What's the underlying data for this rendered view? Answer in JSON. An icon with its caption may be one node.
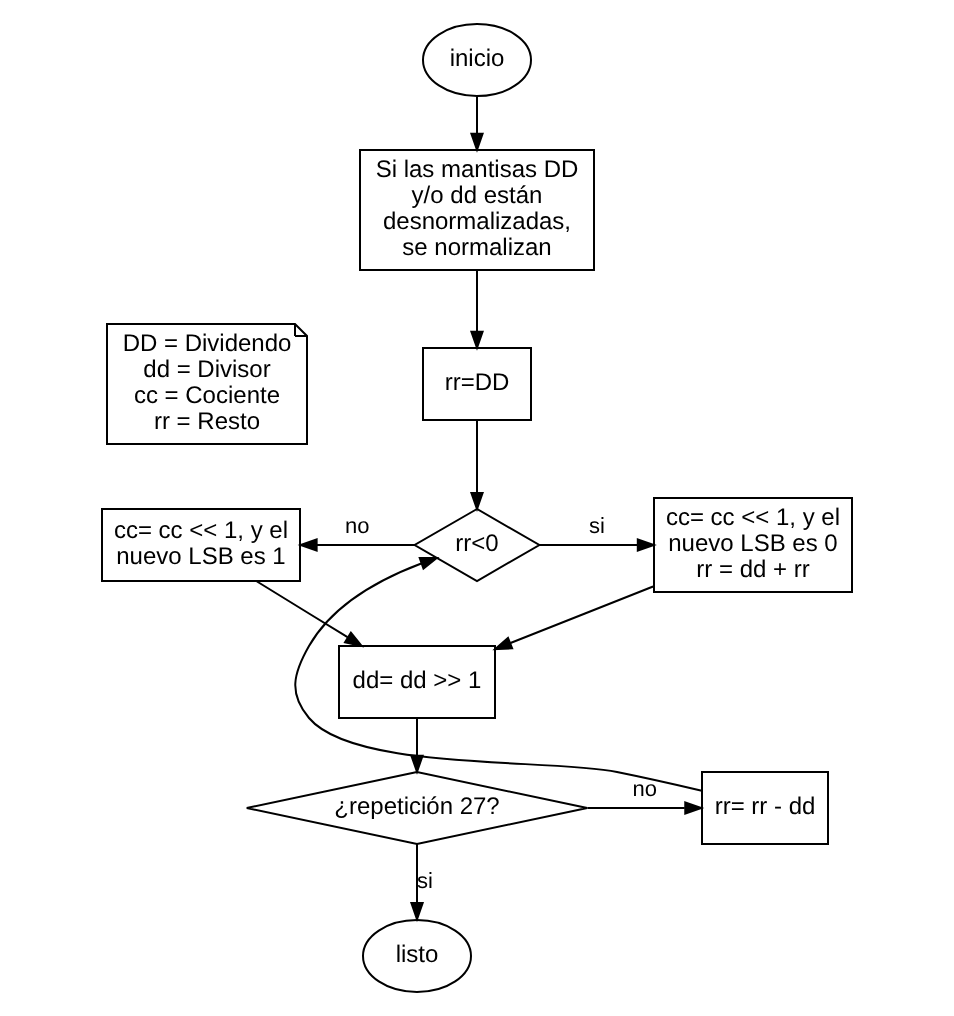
{
  "diagram": {
    "nodes": [
      {
        "text": [
          "inicio"
        ]
      },
      {
        "text": [
          "Si las mantisas DD y/o dd están desnormalizadas, se normalizan"
        ]
      },
      {
        "text": [
          "DD = Dividendo",
          "dd = Divisor",
          "cc = Cociente",
          "rr = Resto"
        ]
      },
      {
        "text": [
          "rr=DD"
        ]
      },
      {
        "text": [
          "rr<0"
        ]
      },
      {
        "text": [
          "cc= cc << 1, y el nuevo LSB es 1"
        ]
      },
      {
        "text": [
          "cc= cc << 1, y el nuevo LSB es 0",
          "rr = dd + rr"
        ]
      },
      {
        "text": [
          "dd= dd >> 1"
        ]
      },
      {
        "text": [
          "¿repetición 27?"
        ]
      },
      {
        "text": [
          "rr= rr - dd"
        ]
      },
      {
        "text": [
          "listo"
        ]
      }
    ],
    "edges": [
      {
        "from": 0,
        "to": 1,
        "arrow": "to"
      },
      {
        "from": 1,
        "to": 3,
        "arrow": "to"
      },
      {
        "from": 3,
        "to": 4,
        "arrow": "to"
      },
      {
        "from": 4,
        "to": 5,
        "arrow": "to",
        "label": "no"
      },
      {
        "from": 4,
        "to": 6,
        "arrow": "to",
        "label": "si"
      },
      {
        "from": 5,
        "to": 7,
        "arrow": "to"
      },
      {
        "from": 6,
        "to": 7,
        "arrow": "to"
      },
      {
        "from": 7,
        "to": 8,
        "arrow": "to"
      },
      {
        "from": 8,
        "to": 9,
        "arrow": "to",
        "label": "no"
      },
      {
        "from": 9,
        "to": 4,
        "arrow": "to"
      },
      {
        "from": 8,
        "to": 10,
        "arrow": "to",
        "label": "si"
      }
    ]
  }
}
